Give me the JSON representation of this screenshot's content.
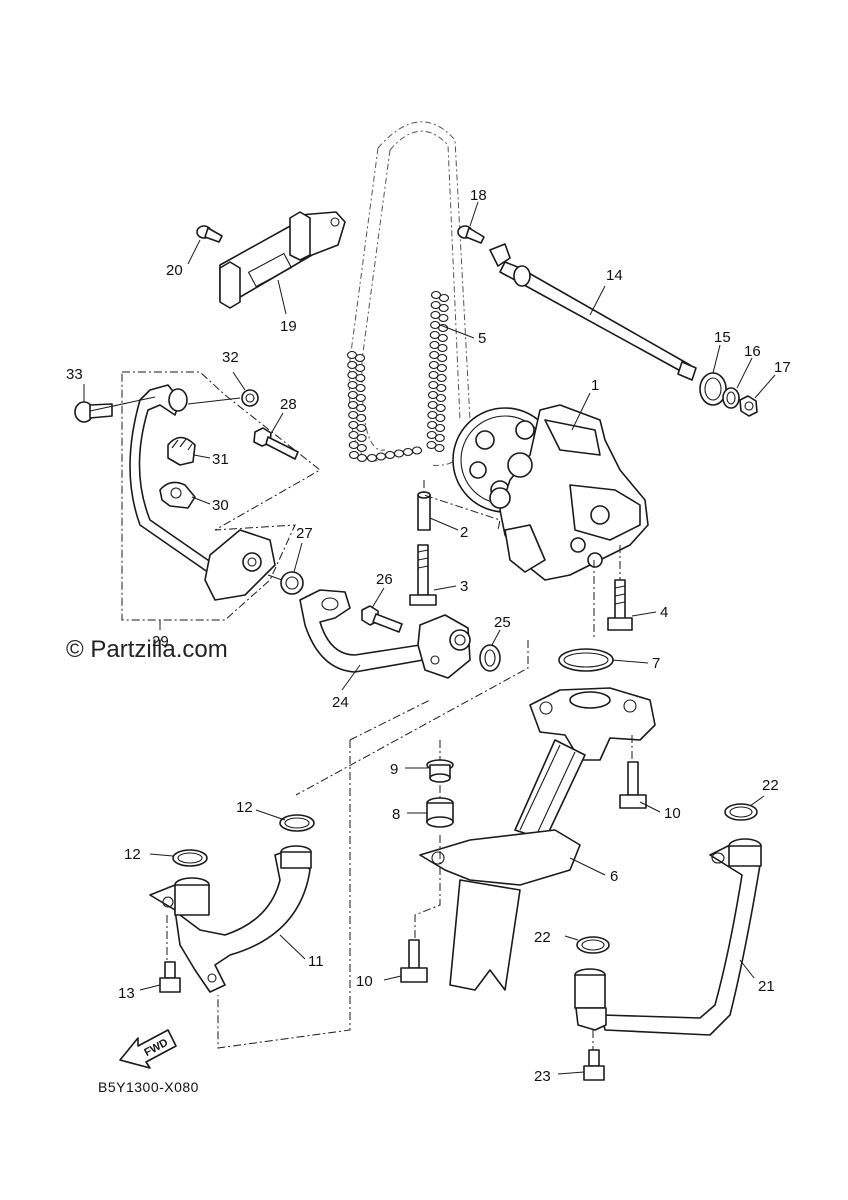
{
  "watermark": "© Partzilla.com",
  "diagram_code": "B5Y1300-X080",
  "fwd_label": "FWD",
  "callouts": {
    "p1": "1",
    "p2": "2",
    "p3": "3",
    "p4": "4",
    "p5": "5",
    "p6": "6",
    "p7": "7",
    "p8": "8",
    "p9": "9",
    "p10a": "10",
    "p10b": "10",
    "p11": "11",
    "p12a": "12",
    "p12b": "12",
    "p13": "13",
    "p14": "14",
    "p15": "15",
    "p16": "16",
    "p17": "17",
    "p18": "18",
    "p19": "19",
    "p20": "20",
    "p21": "21",
    "p22a": "22",
    "p22b": "22",
    "p23": "23",
    "p24": "24",
    "p25": "25",
    "p26": "26",
    "p27": "27",
    "p28": "28",
    "p29": "29",
    "p30": "30",
    "p31": "31",
    "p32": "32",
    "p33": "33"
  }
}
